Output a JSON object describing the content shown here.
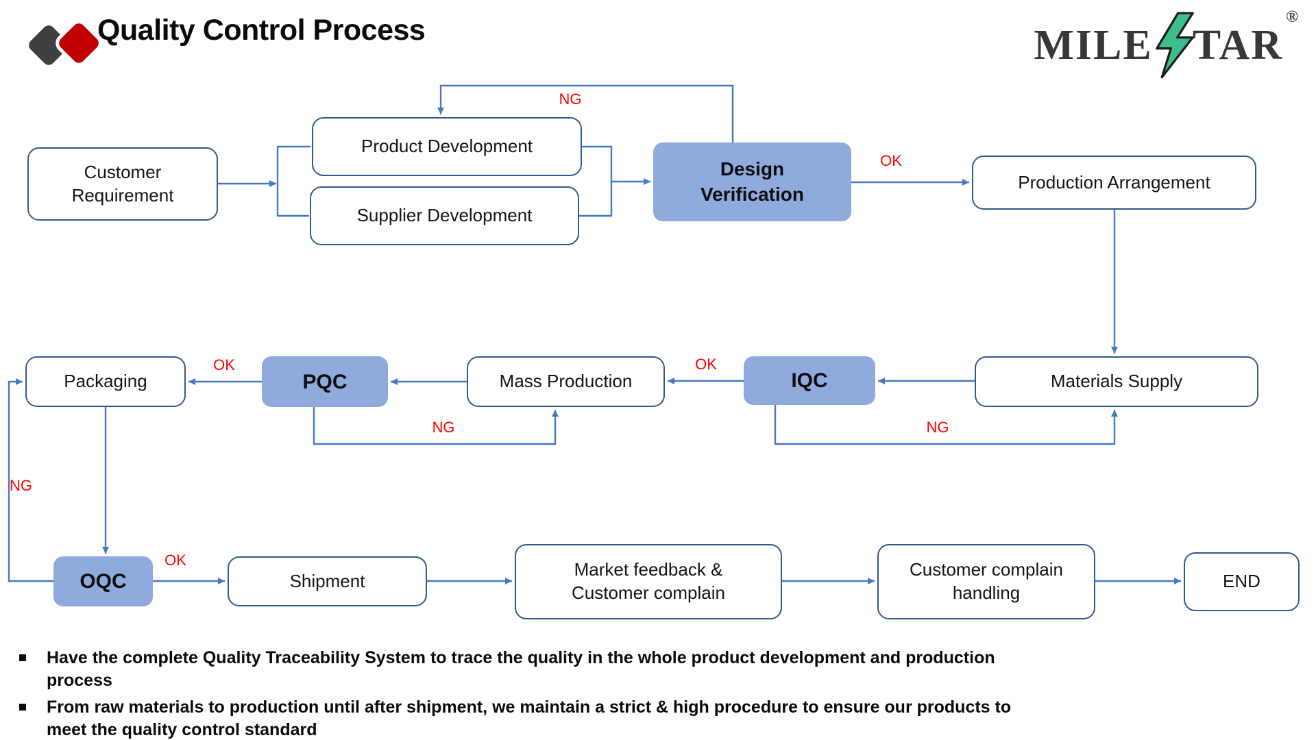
{
  "header": {
    "title": "Quality Control Process",
    "logo": {
      "mile": "MILE",
      "tar": "TAR",
      "registered": "®"
    }
  },
  "nodes": {
    "customer_requirement": {
      "label": "Customer Requirement"
    },
    "product_development": {
      "label": "Product Development"
    },
    "supplier_development": {
      "label": "Supplier Development"
    },
    "design_verification": {
      "label": "Design Verification"
    },
    "production_arrangement": {
      "label": "Production Arrangement"
    },
    "materials_supply": {
      "label": "Materials Supply"
    },
    "iqc": {
      "label": "IQC"
    },
    "mass_production": {
      "label": "Mass Production"
    },
    "pqc": {
      "label": "PQC"
    },
    "packaging": {
      "label": "Packaging"
    },
    "oqc": {
      "label": "OQC"
    },
    "shipment": {
      "label": "Shipment"
    },
    "market_feedback": {
      "label": "Market feedback & Customer complain"
    },
    "customer_complain_handling": {
      "label": "Customer complain handling"
    },
    "end": {
      "label": "END"
    }
  },
  "edge_labels": {
    "ng_design_loop": "NG",
    "ok_design_to_production": "OK",
    "ok_iqc_to_massproduction": "OK",
    "ng_iqc_to_materials": "NG",
    "ok_pqc_to_packaging": "OK",
    "ng_pqc_to_massproduction": "NG",
    "ng_oqc_to_packaging": "NG",
    "ok_oqc_to_shipment": "OK"
  },
  "notes": [
    "Have the complete Quality Traceability System to trace the quality in the whole product development and production process",
    "From raw materials to production until after shipment, we maintain a strict & high procedure to ensure our products to meet the quality control standard"
  ],
  "colors": {
    "connector_blue": "#4677C4",
    "node_fill_blue": "#8FAADC",
    "node_border": "#2F5B8C",
    "flow_label_red": "#FF0000",
    "logo_red": "#C00000",
    "logo_gray": "#3F3F3F",
    "bolt_green": "#3DBE8B"
  }
}
